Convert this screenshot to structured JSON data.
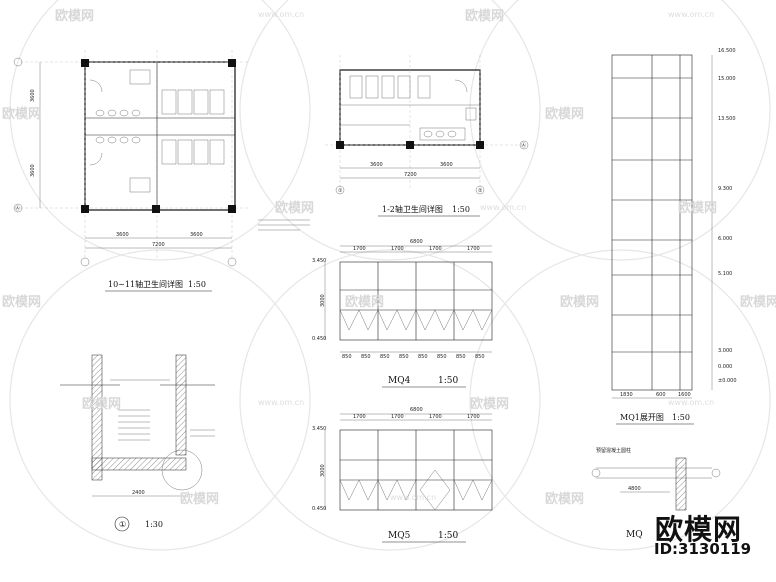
{
  "drawings": {
    "d1011": {
      "title": "10~11轴卫生间详图",
      "scale": "1:50",
      "dims_h": [
        "3600",
        "3600"
      ],
      "dim_total": "7200",
      "dims_v": [
        "3600",
        "3600"
      ],
      "axis_top": "⑩",
      "axis_left": "Ⓐ"
    },
    "d12": {
      "title": "1-2轴卫生间详图",
      "scale": "1:50",
      "dims_h": [
        "3600",
        "3600"
      ],
      "dim_total": "7200",
      "axis_left": "①",
      "axis_right": "②",
      "axis_end": "Ⓐ"
    },
    "mq4": {
      "title": "MQ4",
      "scale": "1:50",
      "dims_top": [
        "1700",
        "1700",
        "1700",
        "1700"
      ],
      "dim_top_total": "6800",
      "dims_bottom": [
        "850",
        "850",
        "850",
        "850",
        "850",
        "850",
        "850",
        "850"
      ],
      "elev_top": "3.450",
      "elev_bottom": "0.450",
      "height": "3000"
    },
    "mq5": {
      "title": "MQ5",
      "scale": "1:50",
      "dims_top": [
        "1700",
        "1700",
        "1700",
        "1700"
      ],
      "dim_top_total": "6800",
      "elev_top": "3.450",
      "elev_bottom": "0.450",
      "height": "3000"
    },
    "mq1": {
      "title": "MQ1展开图",
      "scale": "1:50",
      "elevations": [
        "16.500",
        "15.000",
        "13.500",
        "9.300",
        "6.000",
        "5.100",
        "3.000",
        "0.000",
        "±0.000"
      ],
      "dims_bottom": [
        "1830",
        "600",
        "1600"
      ]
    },
    "detail1": {
      "title": "①",
      "scale": "1:30",
      "dim": "2400"
    },
    "detail_small": {
      "title": "MQ",
      "label": "预留混凝土圆柱",
      "dim": "4800"
    }
  },
  "watermark": {
    "brand": "欧模网",
    "site": "www.om.cn"
  },
  "brand": {
    "name": "欧模网",
    "id": "ID:3130119"
  }
}
